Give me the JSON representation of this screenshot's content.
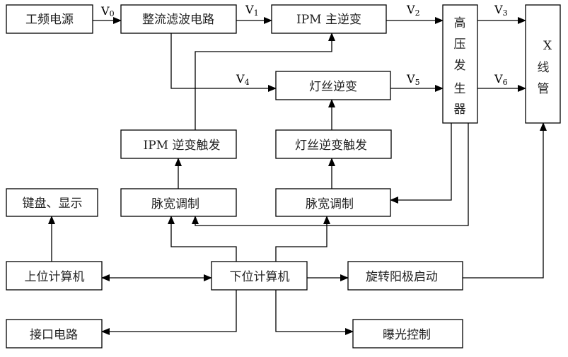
{
  "diagram": {
    "title": "",
    "blocks": {
      "power_source": "工频电源",
      "rectifier_filter": "整流滤波电路",
      "ipm_main_inverter": "IPM 主逆变",
      "hv_generator": [
        "高",
        "压",
        "发",
        "生",
        "器"
      ],
      "xray_tube": [
        "X",
        "线",
        "管"
      ],
      "filament_inverter": "灯丝逆变",
      "ipm_inverter_trigger": "IPM 逆变触发",
      "filament_inverter_trigger": "灯丝逆变触发",
      "keyboard_display": "键盘、显示",
      "pwm_left": "脉宽调制",
      "pwm_right": "脉宽调制",
      "host_computer": "上位计算机",
      "lower_computer": "下位计算机",
      "rotating_anode_start": "旋转阳极启动",
      "interface_circuit": "接口电路",
      "exposure_control": "曝光控制"
    },
    "voltage_labels": {
      "v0": {
        "main": "V",
        "sub": "0"
      },
      "v1": {
        "main": "V",
        "sub": "1"
      },
      "v2": {
        "main": "V",
        "sub": "2"
      },
      "v3": {
        "main": "V",
        "sub": "3"
      },
      "v4": {
        "main": "V",
        "sub": "4"
      },
      "v5": {
        "main": "V",
        "sub": "5"
      },
      "v6": {
        "main": "V",
        "sub": "6"
      }
    },
    "connections": [
      {
        "from": "power_source",
        "to": "rectifier_filter",
        "label": "V0"
      },
      {
        "from": "rectifier_filter",
        "to": "ipm_main_inverter",
        "label": "V1"
      },
      {
        "from": "ipm_main_inverter",
        "to": "hv_generator",
        "label": "V2"
      },
      {
        "from": "hv_generator",
        "to": "xray_tube",
        "label": "V3"
      },
      {
        "from": "rectifier_filter",
        "to": "filament_inverter",
        "label": "V4"
      },
      {
        "from": "filament_inverter",
        "to": "hv_generator",
        "label": "V5"
      },
      {
        "from": "hv_generator",
        "to": "xray_tube",
        "label": "V6"
      },
      {
        "from": "ipm_inverter_trigger",
        "to": "ipm_main_inverter"
      },
      {
        "from": "filament_inverter_trigger",
        "to": "filament_inverter"
      },
      {
        "from": "pwm_left",
        "to": "ipm_inverter_trigger"
      },
      {
        "from": "pwm_right",
        "to": "filament_inverter_trigger"
      },
      {
        "from": "hv_generator",
        "to": "pwm_right"
      },
      {
        "from": "hv_generator",
        "to": "pwm_left"
      },
      {
        "from": "lower_computer",
        "to": "pwm_left"
      },
      {
        "from": "lower_computer",
        "to": "pwm_right"
      },
      {
        "from": "host_computer",
        "to": "keyboard_display"
      },
      {
        "from": "host_computer",
        "to": "lower_computer",
        "bidirectional": true
      },
      {
        "from": "lower_computer",
        "to": "rotating_anode_start"
      },
      {
        "from": "rotating_anode_start",
        "to": "xray_tube"
      },
      {
        "from": "lower_computer",
        "to": "interface_circuit"
      },
      {
        "from": "lower_computer",
        "to": "exposure_control"
      }
    ]
  }
}
